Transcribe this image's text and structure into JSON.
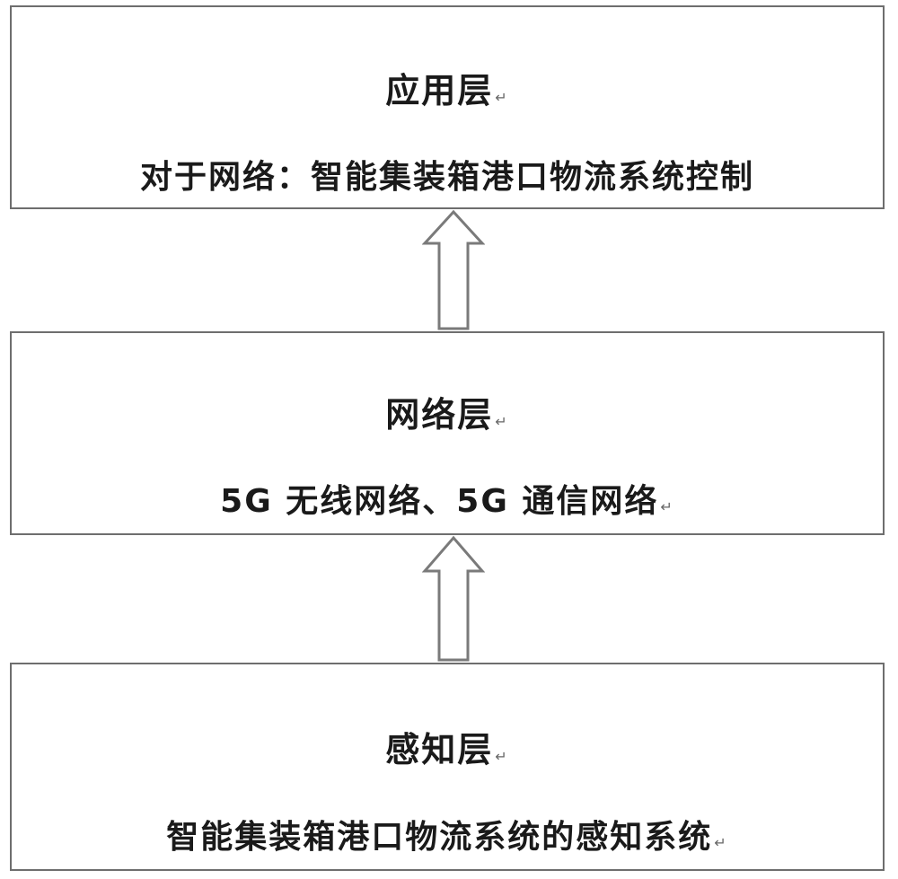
{
  "layers": {
    "application": {
      "title": "应用层",
      "description": "对于网络：智能集装箱港口物流系统控制"
    },
    "network": {
      "title": "网络层",
      "description": "5G 无线网络、5G 通信网络"
    },
    "perception": {
      "title": "感知层",
      "description": "智能集装箱港口物流系统的感知系统"
    }
  },
  "colors": {
    "border": "#6e6e6e",
    "text": "#1a1a1a",
    "arrow_stroke": "#7a7a7a"
  },
  "icons": {
    "paragraph_mark": "↵",
    "arrow": "hollow-up-arrow-icon"
  }
}
